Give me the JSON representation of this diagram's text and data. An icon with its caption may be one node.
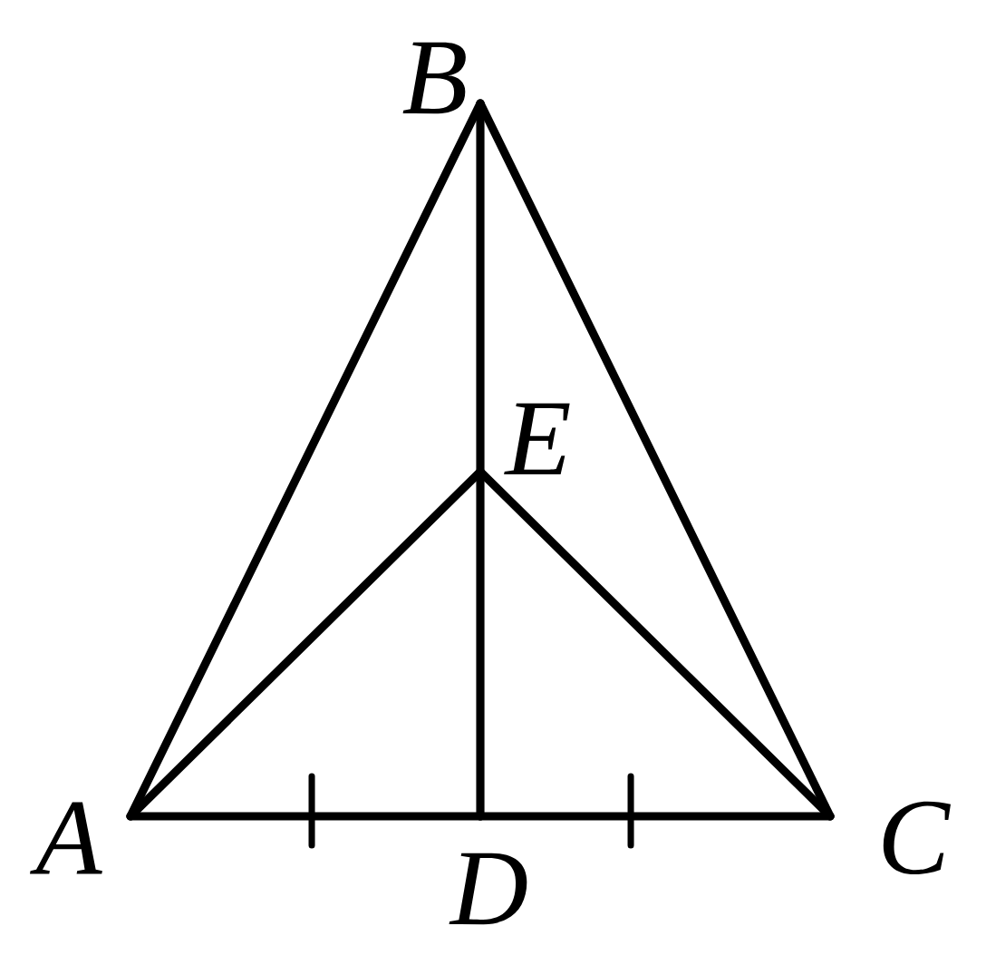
{
  "diagram": {
    "nodes": [
      {
        "text": [
          "A"
        ]
      },
      {
        "text": [
          "B"
        ]
      },
      {
        "text": [
          "C"
        ]
      },
      {
        "text": [
          "D"
        ]
      },
      {
        "text": [
          "E"
        ]
      }
    ],
    "edges": [
      {
        "from": 0,
        "to": 1,
        "arrow": "none"
      },
      {
        "from": 1,
        "to": 2,
        "arrow": "none"
      },
      {
        "from": 0,
        "to": 3,
        "arrow": "none"
      },
      {
        "from": 3,
        "to": 2,
        "arrow": "none"
      },
      {
        "from": 1,
        "to": 4,
        "arrow": "none"
      },
      {
        "from": 4,
        "to": 3,
        "arrow": "none"
      },
      {
        "from": 0,
        "to": 4,
        "arrow": "none"
      },
      {
        "from": 4,
        "to": 2,
        "arrow": "none"
      }
    ]
  }
}
